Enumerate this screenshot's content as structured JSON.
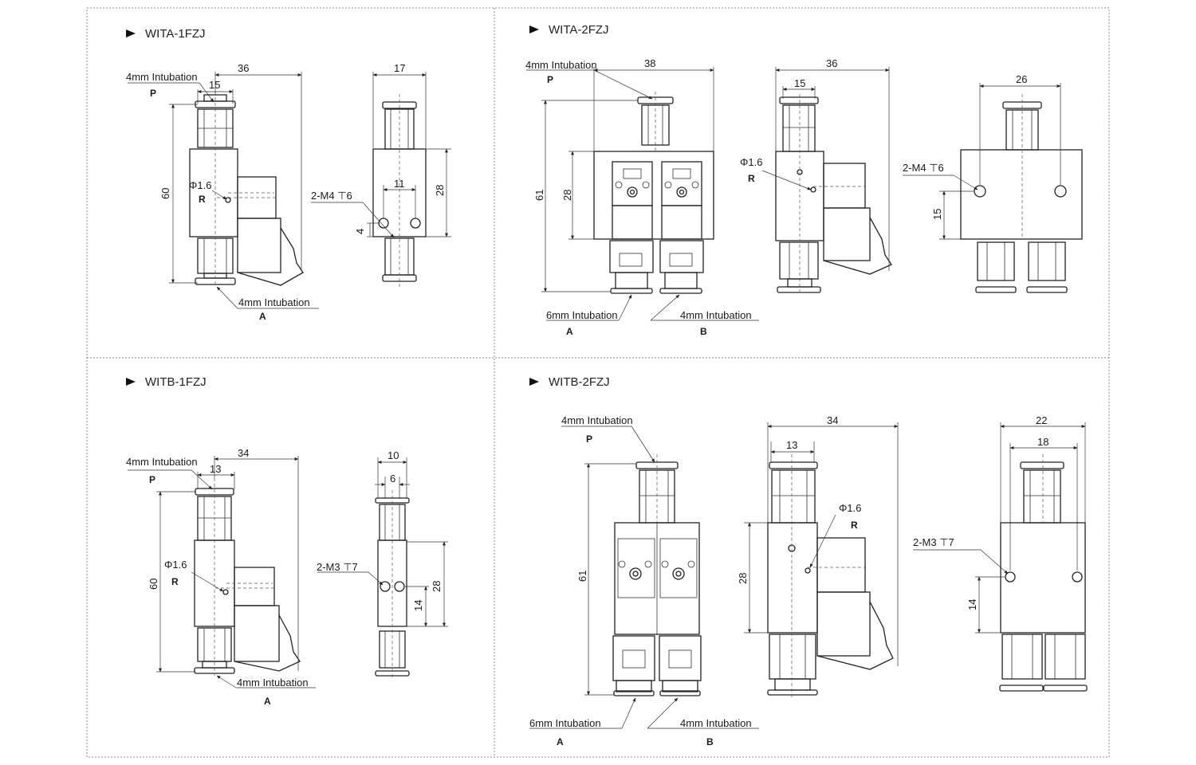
{
  "panels": {
    "a1": {
      "title": "WITA-1FZJ",
      "tube_top": "4mm Intubation",
      "port_top": "P",
      "dim_width": "36",
      "dim_inner": "15",
      "dim_height": "60",
      "hole": "Φ1.6",
      "port_side": "R",
      "tube_bottom": "4mm Intubation",
      "port_bottom": "A",
      "side_width": "17",
      "side_spacing": "11",
      "side_thread": "2-M4 ⊤6",
      "side_offset": "4",
      "side_height": "28"
    },
    "a2": {
      "title": "WITA-2FZJ",
      "tube_top": "4mm Intubation",
      "port_top": "P",
      "dim_width": "38",
      "dim_height": "61",
      "dim_body": "28",
      "tube_a": "6mm Intubation",
      "port_a": "A",
      "tube_b": "4mm Intubation",
      "port_b": "B",
      "side_width": "36",
      "side_inner": "15",
      "hole": "Φ1.6",
      "port_side": "R",
      "end_width": "26",
      "end_thread": "2-M4 ⊤6",
      "end_height": "15"
    },
    "b1": {
      "title": "WITB-1FZJ",
      "tube_top": "4mm Intubation",
      "port_top": "P",
      "dim_width": "34",
      "dim_inner": "13",
      "dim_height": "60",
      "hole": "Φ1.6",
      "port_side": "R",
      "tube_bottom": "4mm Intubation",
      "port_bottom": "A",
      "side_width": "10",
      "side_spacing": "6",
      "side_thread": "2-M3 ⊤7",
      "side_height": "28",
      "side_offset": "14"
    },
    "b2": {
      "title": "WITB-2FZJ",
      "tube_top": "4mm Intubation",
      "port_top": "P",
      "dim_height": "61",
      "tube_a": "6mm Intubation",
      "port_a": "A",
      "tube_b": "4mm Intubation",
      "port_b": "B",
      "side_width": "34",
      "side_inner": "13",
      "hole": "Φ1.6",
      "port_side": "R",
      "side_height": "28",
      "end_width": "22",
      "end_spacing": "18",
      "end_thread": "2-M3 ⊤7",
      "end_height": "14"
    }
  }
}
